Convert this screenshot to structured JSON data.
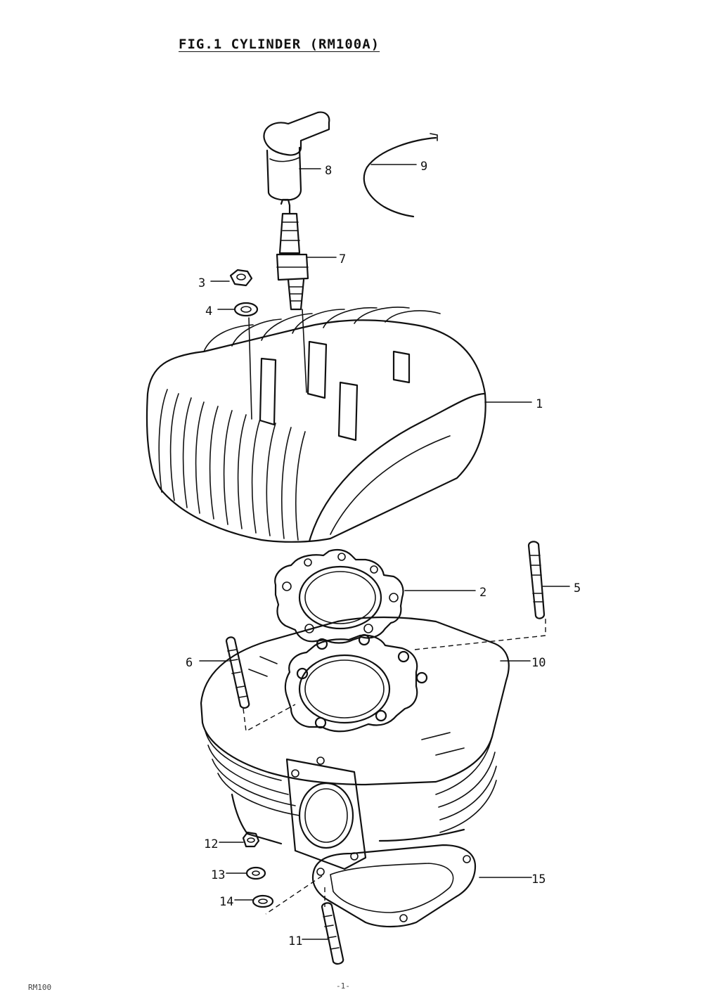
{
  "figure": {
    "title": "FIG.1  CYLINDER (RM100A)",
    "footer_left": "RM100",
    "footer_right": "-1-"
  },
  "callouts": [
    {
      "number": "1",
      "part": "cylinder-head"
    },
    {
      "number": "2",
      "part": "head-gasket"
    },
    {
      "number": "3",
      "part": "head-nut"
    },
    {
      "number": "4",
      "part": "head-washer"
    },
    {
      "number": "5",
      "part": "stud-bolt"
    },
    {
      "number": "6",
      "part": "stud-bolt"
    },
    {
      "number": "7",
      "part": "spark-plug"
    },
    {
      "number": "8",
      "part": "spark-plug-cap"
    },
    {
      "number": "9",
      "part": "clip"
    },
    {
      "number": "10",
      "part": "cylinder"
    },
    {
      "number": "11",
      "part": "stud"
    },
    {
      "number": "12",
      "part": "nut"
    },
    {
      "number": "13",
      "part": "lock-washer"
    },
    {
      "number": "14",
      "part": "washer"
    },
    {
      "number": "15",
      "part": "base-gasket"
    }
  ]
}
